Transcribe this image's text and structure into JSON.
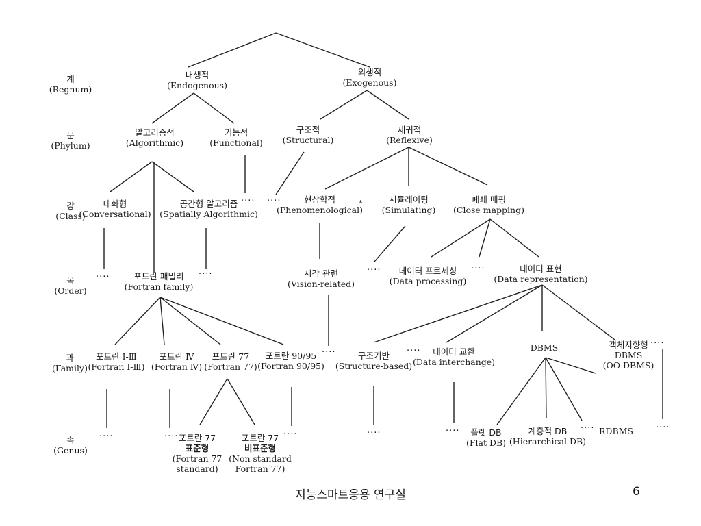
{
  "ranks": {
    "regnum": {
      "ko": "계",
      "en": "(Regnum)"
    },
    "phylum": {
      "ko": "문",
      "en": "(Phylum)"
    },
    "class": {
      "ko": "강",
      "en": "(Class)"
    },
    "order": {
      "ko": "목",
      "en": "(Order)"
    },
    "family": {
      "ko": "과",
      "en": "(Family)"
    },
    "genus": {
      "ko": "속",
      "en": "(Genus)"
    }
  },
  "nodes": {
    "endogenous": {
      "ko": "내생적",
      "en": "(Endogenous)"
    },
    "exogenous": {
      "ko": "외생적",
      "en": "(Exogenous)"
    },
    "algorithmic": {
      "ko": "알고리즘적",
      "en": "(Algorithmic)"
    },
    "functional": {
      "ko": "기능적",
      "en": "(Functional)"
    },
    "structural": {
      "ko": "구조적",
      "en": "(Structural)"
    },
    "reflexive": {
      "ko": "재귀적",
      "en": "(Reflexive)"
    },
    "conversational": {
      "ko": "대화형",
      "en": "(Conversational)"
    },
    "spatially": {
      "ko": "공간형 알고리즘",
      "en": "(Spatially Algorithmic)"
    },
    "phenomenological": {
      "ko": "현상학적",
      "en": "(Phenomenological)"
    },
    "simulating": {
      "ko": "시뮬레이팅",
      "en": "(Simulating)"
    },
    "close_mapping": {
      "ko": "폐쇄 매핑",
      "en": "(Close mapping)"
    },
    "fortran_family": {
      "ko": "포트란 패밀리",
      "en": "(Fortran family)"
    },
    "vision": {
      "ko": "시각 관련",
      "en": "(Vision-related)"
    },
    "data_processing": {
      "ko": "데이터 프로세싱",
      "en": "(Data processing)"
    },
    "data_representation": {
      "ko": "데이터 표현",
      "en": "(Data representation)"
    },
    "fortran_1_3": {
      "ko": "포트란 Ⅰ-Ⅲ",
      "en": "(Fortran Ⅰ-Ⅲ)"
    },
    "fortran_4": {
      "ko": "포트란 Ⅳ",
      "en": "(Fortran Ⅳ)"
    },
    "fortran_77": {
      "ko": "포트란 77",
      "en": "(Fortran 77)"
    },
    "fortran_90": {
      "ko": "포트란 90/95",
      "en": "(Fortran 90/95)"
    },
    "structure_based": {
      "ko": "구조기반",
      "en": "(Structure-based)"
    },
    "data_interchange": {
      "ko": "데이터 교환",
      "en": "(Data interchange)"
    },
    "dbms": {
      "en": "DBMS"
    },
    "oo_dbms": {
      "ko": "객체지향형",
      "en1": "DBMS",
      "en2": "(OO DBMS)"
    },
    "f77_standard": {
      "ko1": "포트란 77",
      "ko2": "표준형",
      "en1": "(Fortran 77",
      "en2": "standard)"
    },
    "f77_nonstandard": {
      "ko1": "포트란 77",
      "ko2": "비표준형",
      "en1": "(Non standard",
      "en2": "Fortran 77)"
    },
    "flat_db": {
      "ko": "플렛 DB",
      "en": "(Flat DB)"
    },
    "hierarchical_db": {
      "ko": "계층적 DB",
      "en": "(Hierarchical DB)"
    },
    "rdbms": {
      "en": "RDBMS"
    }
  },
  "ellipsis": "····",
  "asterisk": "*",
  "footer": {
    "text": "지능스마트응용 연구실",
    "page": "6"
  }
}
